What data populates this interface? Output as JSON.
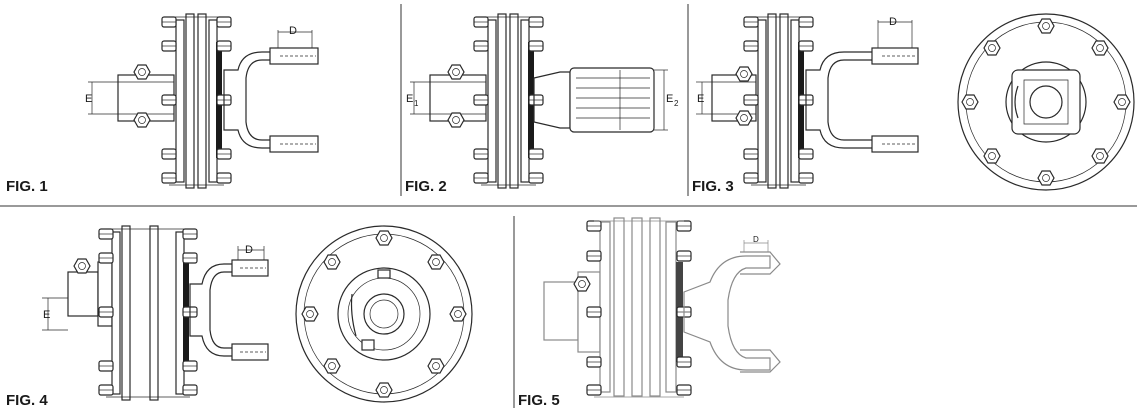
{
  "figures": [
    {
      "id": "fig1",
      "label": "FIG. 1",
      "dims": [
        "D",
        "E"
      ]
    },
    {
      "id": "fig2",
      "label": "FIG. 2",
      "dims": [
        "E1",
        "E2"
      ]
    },
    {
      "id": "fig3",
      "label": "FIG. 3",
      "dims": [
        "D",
        "E"
      ]
    },
    {
      "id": "fig4",
      "label": "FIG. 4",
      "dims": [
        "D",
        "E"
      ]
    },
    {
      "id": "fig5",
      "label": "FIG. 5",
      "dims": [
        "D"
      ]
    }
  ],
  "dimension_letters": {
    "d": "D",
    "e": "E",
    "sub_1": "1",
    "sub_2": "2"
  }
}
